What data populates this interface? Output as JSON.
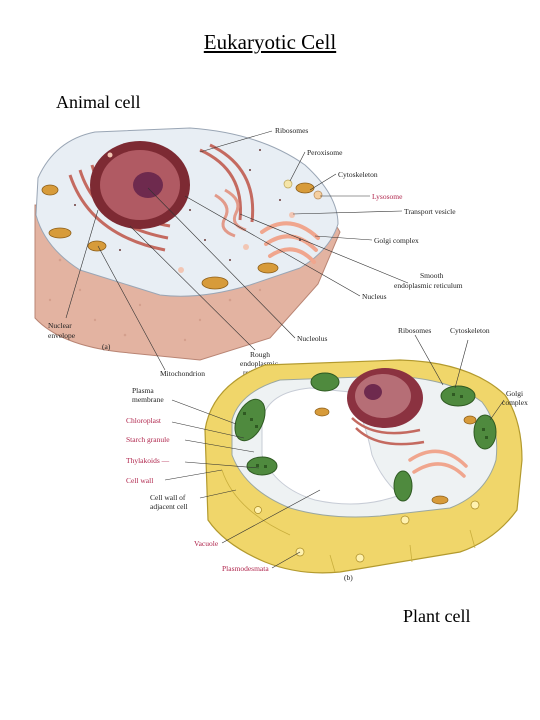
{
  "title": "Eukaryotic Cell",
  "captions": {
    "animal": "Animal cell",
    "plant": "Plant cell"
  },
  "panel_tags": {
    "a": "(a)",
    "b": "(b)"
  },
  "animal_labels": {
    "ribosomes": "Ribosomes",
    "peroxisome": "Peroxisome",
    "cytoskeleton": "Cytoskeleton",
    "lysosome": "Lysosome",
    "transport_vesicle": "Transport vesicle",
    "golgi_complex": "Golgi complex",
    "smooth_er_1": "Smooth",
    "smooth_er_2": "endoplasmic reticulum",
    "nucleus": "Nucleus",
    "nuclear_envelope_1": "Nuclear",
    "nuclear_envelope_2": "envelope",
    "nucleolus": "Nucleolus",
    "rough_er_1": "Rough",
    "rough_er_2": "endoplasmic",
    "rough_er_3": "reticulum",
    "mitochondrion": "Mitochondrion"
  },
  "plant_labels": {
    "ribosomes": "Ribosomes",
    "cytoskeleton": "Cytoskeleton",
    "golgi_1": "Golgi",
    "golgi_2": "complex",
    "plasma_membrane_1": "Plasma",
    "plasma_membrane_2": "membrane",
    "chloroplast": "Chloroplast",
    "starch_granule": "Starch granule",
    "thylakoids": "Thylakoids —",
    "cell_wall": "Cell wall",
    "cell_wall_adjacent_1": "Cell wall of",
    "cell_wall_adjacent_2": "adjacent cell",
    "vacuole": "Vacuole",
    "plasmodesmata": "Plasmodesmata"
  },
  "colors": {
    "label_red": "#b0264d",
    "cytoplasm": "#e8eef4",
    "cell_base": "#e7b9a8",
    "nucleus": "#a44a55",
    "er": "#c46a60",
    "golgi": "#f0a68e",
    "mitochondrion": "#d79b3a",
    "chloroplast": "#4f8a3e",
    "cell_wall": "#f0d66a"
  }
}
